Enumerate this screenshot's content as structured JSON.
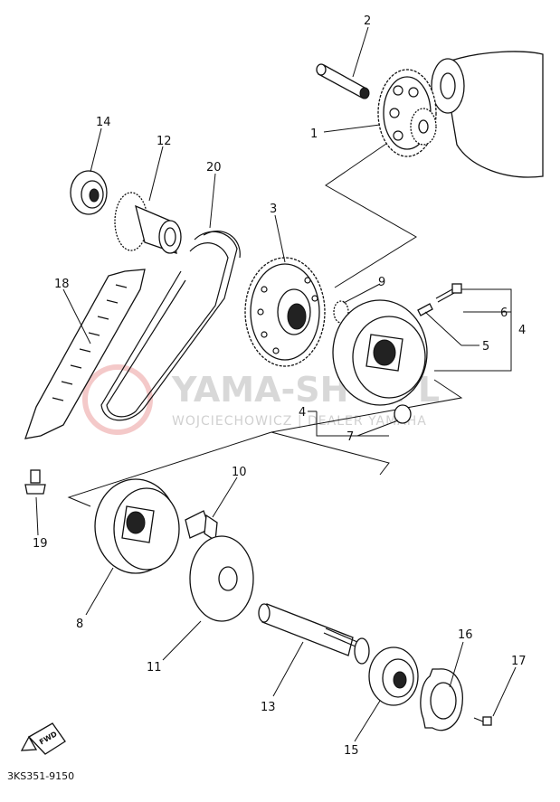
{
  "diagram": {
    "part_code": "3KS351-9150",
    "fwd_label": "FWD",
    "watermark": {
      "brand": "YAMA-SH P.PL",
      "subtitle": "WOJCIECHOWICZ | DEALER YAMAHA"
    },
    "callouts": [
      {
        "id": "1",
        "text": "1"
      },
      {
        "id": "2",
        "text": "2"
      },
      {
        "id": "3",
        "text": "3"
      },
      {
        "id": "4a",
        "text": "4"
      },
      {
        "id": "4b",
        "text": "4"
      },
      {
        "id": "5",
        "text": "5"
      },
      {
        "id": "6",
        "text": "6"
      },
      {
        "id": "7",
        "text": "7"
      },
      {
        "id": "8",
        "text": "8"
      },
      {
        "id": "9",
        "text": "9"
      },
      {
        "id": "10",
        "text": "10"
      },
      {
        "id": "11",
        "text": "11"
      },
      {
        "id": "12",
        "text": "12"
      },
      {
        "id": "13",
        "text": "13"
      },
      {
        "id": "14",
        "text": "14"
      },
      {
        "id": "15",
        "text": "15"
      },
      {
        "id": "16",
        "text": "16"
      },
      {
        "id": "17",
        "text": "17"
      },
      {
        "id": "18",
        "text": "18"
      },
      {
        "id": "19",
        "text": "19"
      },
      {
        "id": "20",
        "text": "20"
      }
    ]
  }
}
